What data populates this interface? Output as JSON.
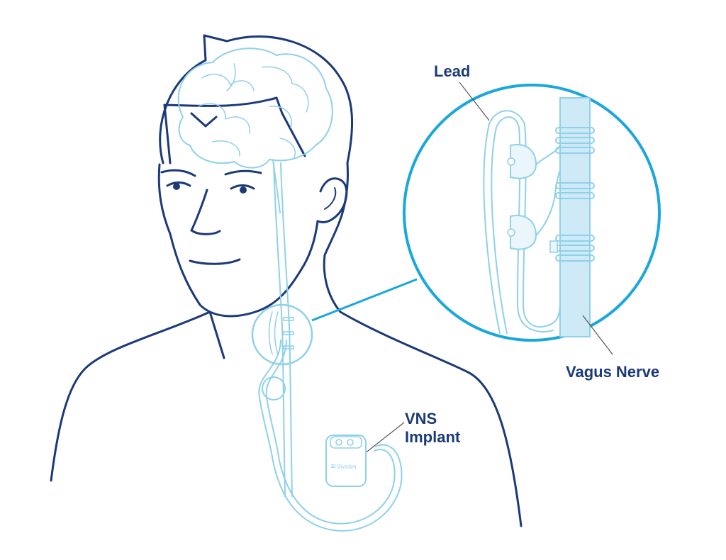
{
  "labels": {
    "lead": "Lead",
    "vagus_nerve": "Vagus Nerve",
    "vns_implant_line1": "VNS",
    "vns_implant_line2": "Implant",
    "device_brand": "Vivistim"
  },
  "colors": {
    "outline_navy": "#1b3a78",
    "light_blue": "#8fd0ea",
    "bright_blue": "#1aa7dc",
    "nerve_fill": "#cdeaf6",
    "label_text": "#1b3a78"
  }
}
